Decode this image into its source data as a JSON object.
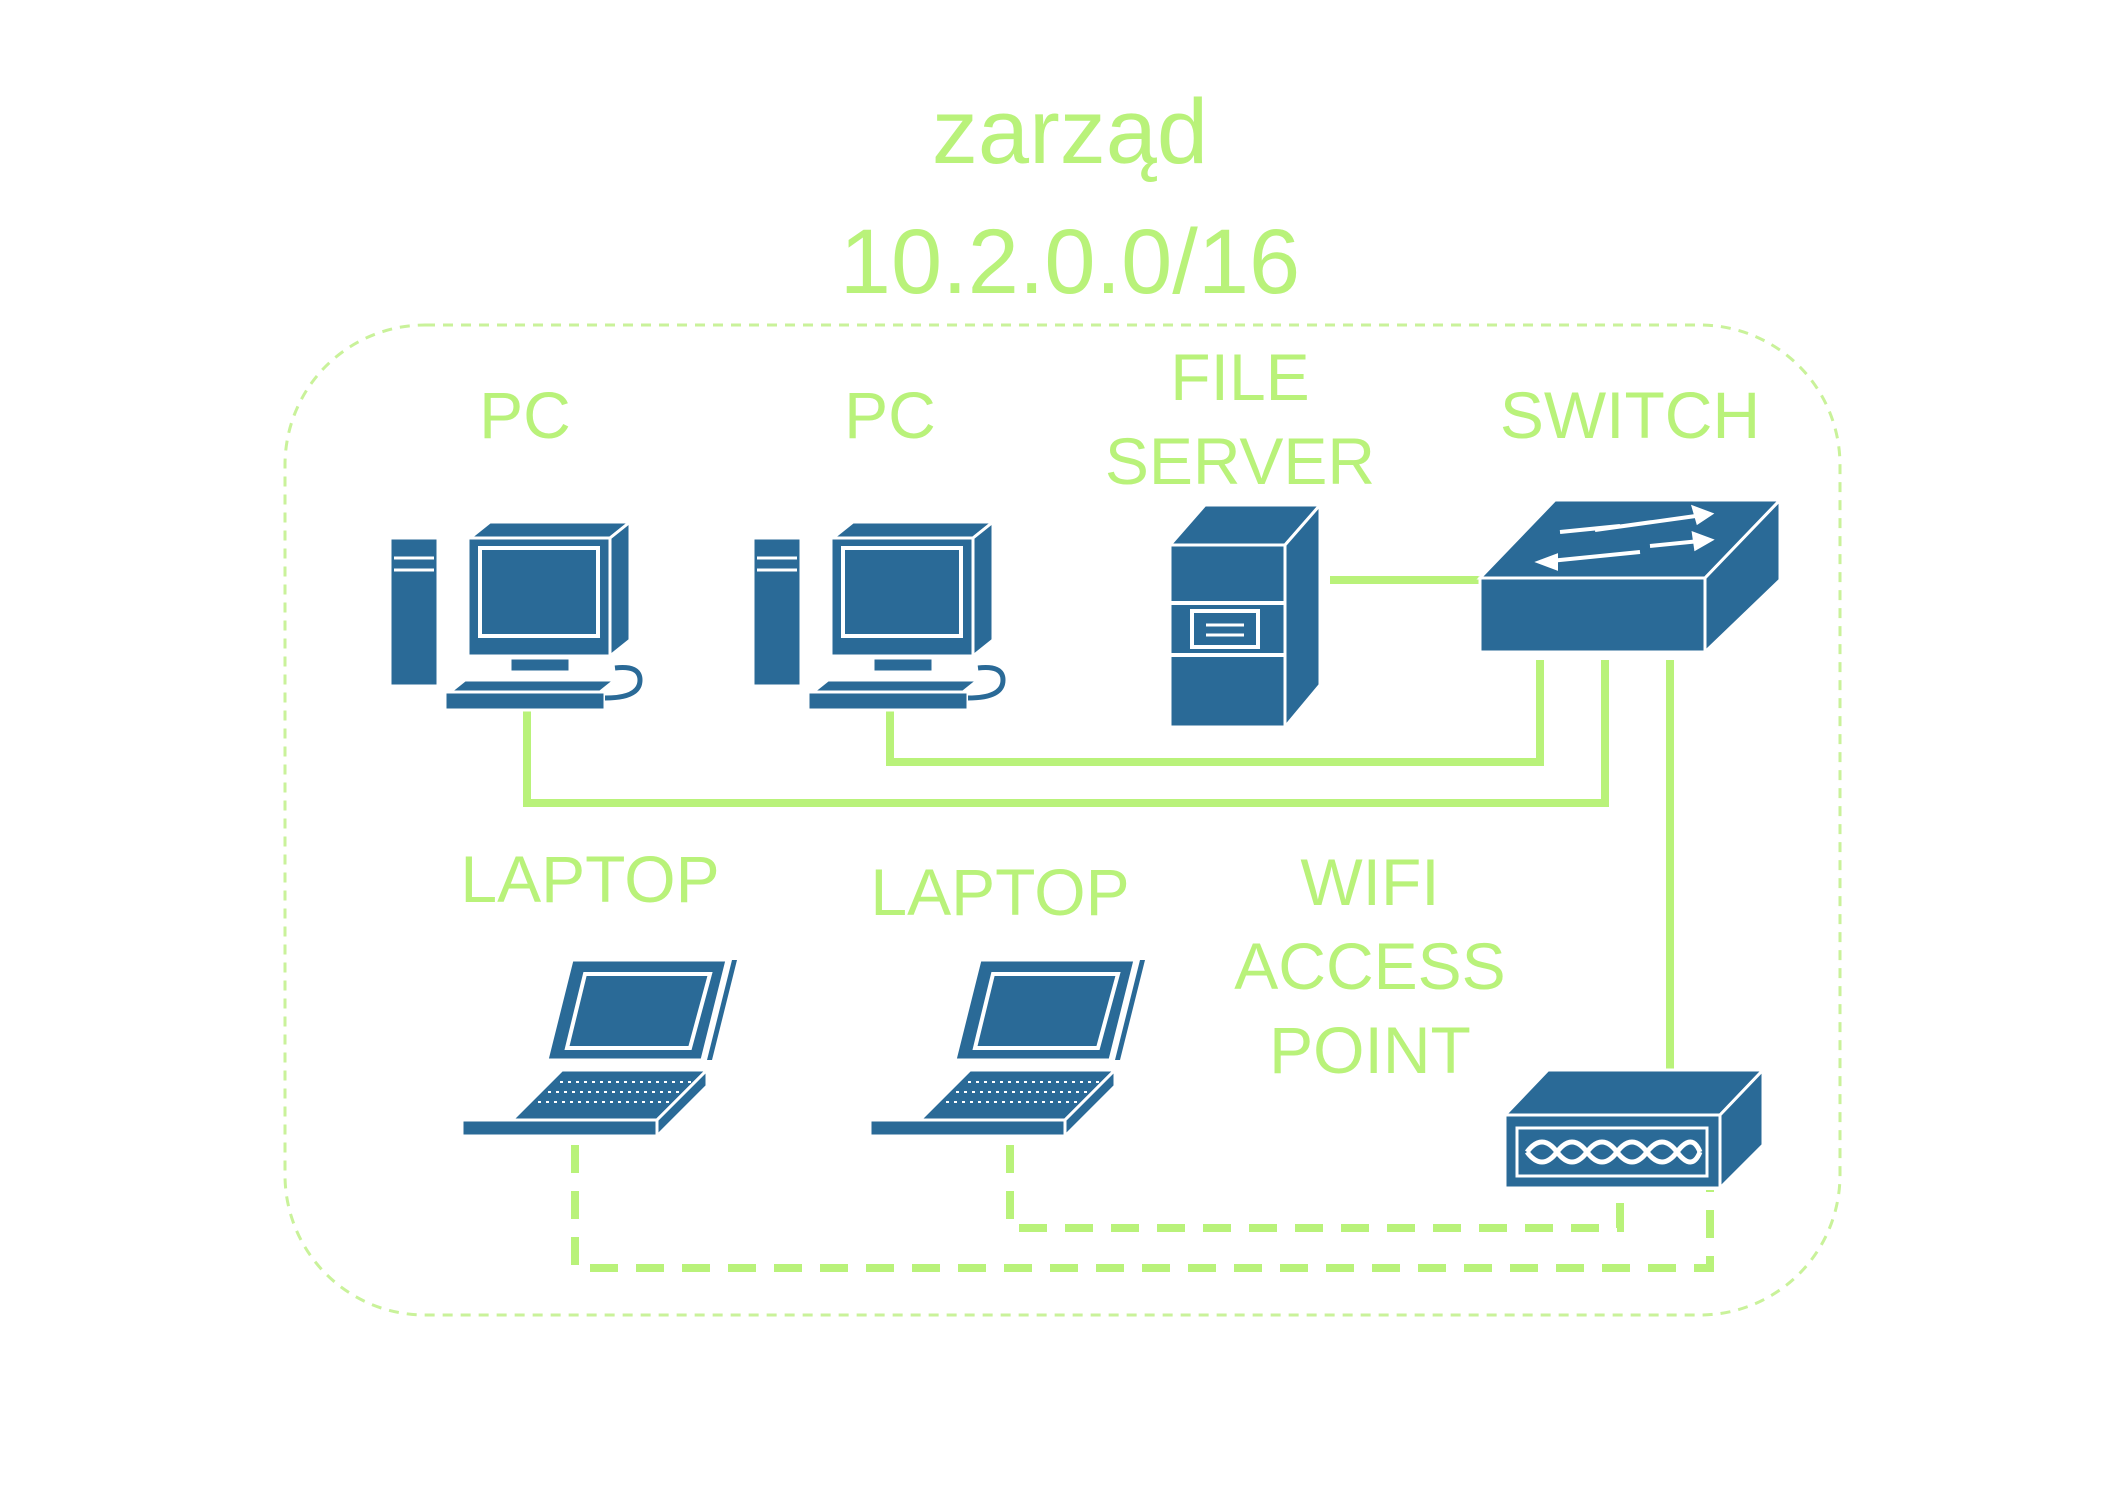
{
  "title": {
    "line1": "zarząd",
    "line2": "10.2.0.0/16"
  },
  "nodes": {
    "pc1": "PC",
    "pc2": "PC",
    "file_server": [
      "FILE",
      "SERVER"
    ],
    "switch": "SWITCH",
    "laptop1": "LAPTOP",
    "laptop2": "LAPTOP",
    "wifi_ap": [
      "WIFI",
      "ACCESS",
      "POINT"
    ]
  },
  "colors": {
    "accent": "#b9f27a",
    "device": "#2a6a97",
    "background": "#ffffff"
  }
}
